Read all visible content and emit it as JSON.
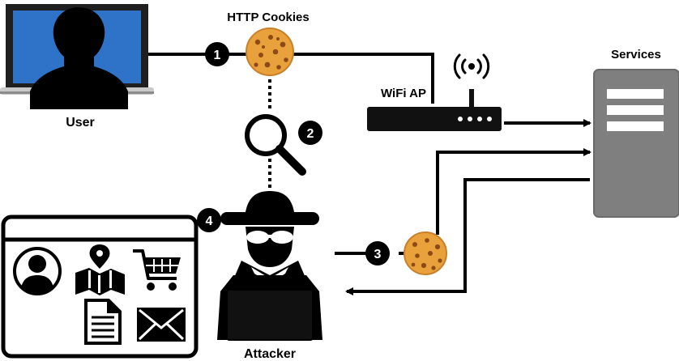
{
  "labels": {
    "user": "User",
    "http_cookies": "HTTP Cookies",
    "wifi_ap": "WiFi AP",
    "services": "Services",
    "attacker": "Attacker"
  },
  "steps": [
    "1",
    "2",
    "3",
    "4"
  ],
  "icons": {
    "user": "laptop-user-icon",
    "cookie": "cookie-icon",
    "magnifier": "magnifier-icon",
    "router": "wifi-router-icon",
    "server": "server-icon",
    "attacker": "spy-hacker-icon",
    "stolen_data": [
      "profile-icon",
      "map-icon",
      "shopping-cart-icon",
      "document-icon",
      "mail-icon"
    ]
  },
  "colors": {
    "laptop_screen": "#2f73c8",
    "cookie": "#e9a23b",
    "cookie_chips": "#8b4a18",
    "server": "#7f7f7f",
    "line": "#000000"
  }
}
